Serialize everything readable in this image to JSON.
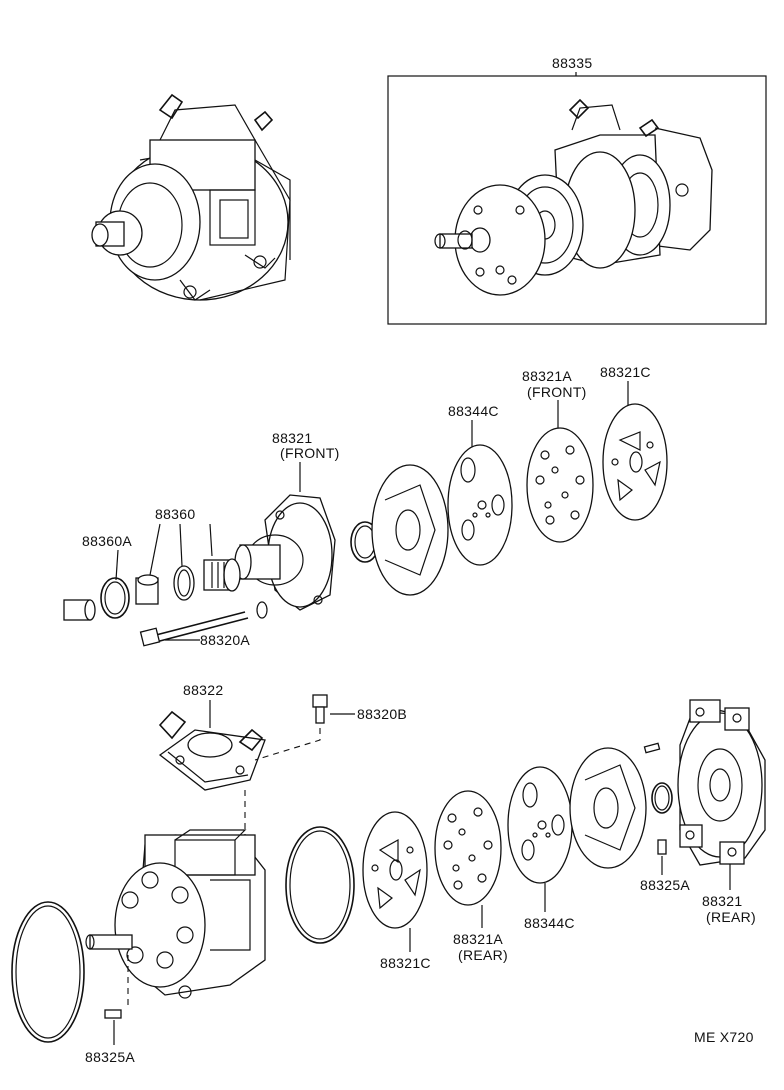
{
  "callouts": {
    "kit_assembly": "88335",
    "front_housing": "88321",
    "front_housing_sub": "(FRONT)",
    "valve_plate_a_front": "88321A",
    "valve_plate_a_front_sub": "(FRONT)",
    "valve_plate_c_top": "88321C",
    "gasket_top": "88344C",
    "seal_kit": "88360",
    "snap_ring": "88360A",
    "through_bolt": "88320A",
    "service_valve": "88322",
    "valve_bolt": "88320B",
    "valve_plate_c_bottom": "88321C",
    "valve_plate_a_rear": "88321A",
    "valve_plate_a_rear_sub": "(REAR)",
    "gasket_bottom": "88344C",
    "pin_right": "88325A",
    "rear_housing": "88321",
    "rear_housing_sub": "(REAR)",
    "pin_left": "88325A"
  },
  "footer": {
    "code": "ME X720"
  },
  "icons": [
    "compressor-icon",
    "kit-compressor-icon",
    "housing-icon",
    "plate-icon",
    "ring-icon",
    "bolt-icon",
    "valve-icon"
  ]
}
